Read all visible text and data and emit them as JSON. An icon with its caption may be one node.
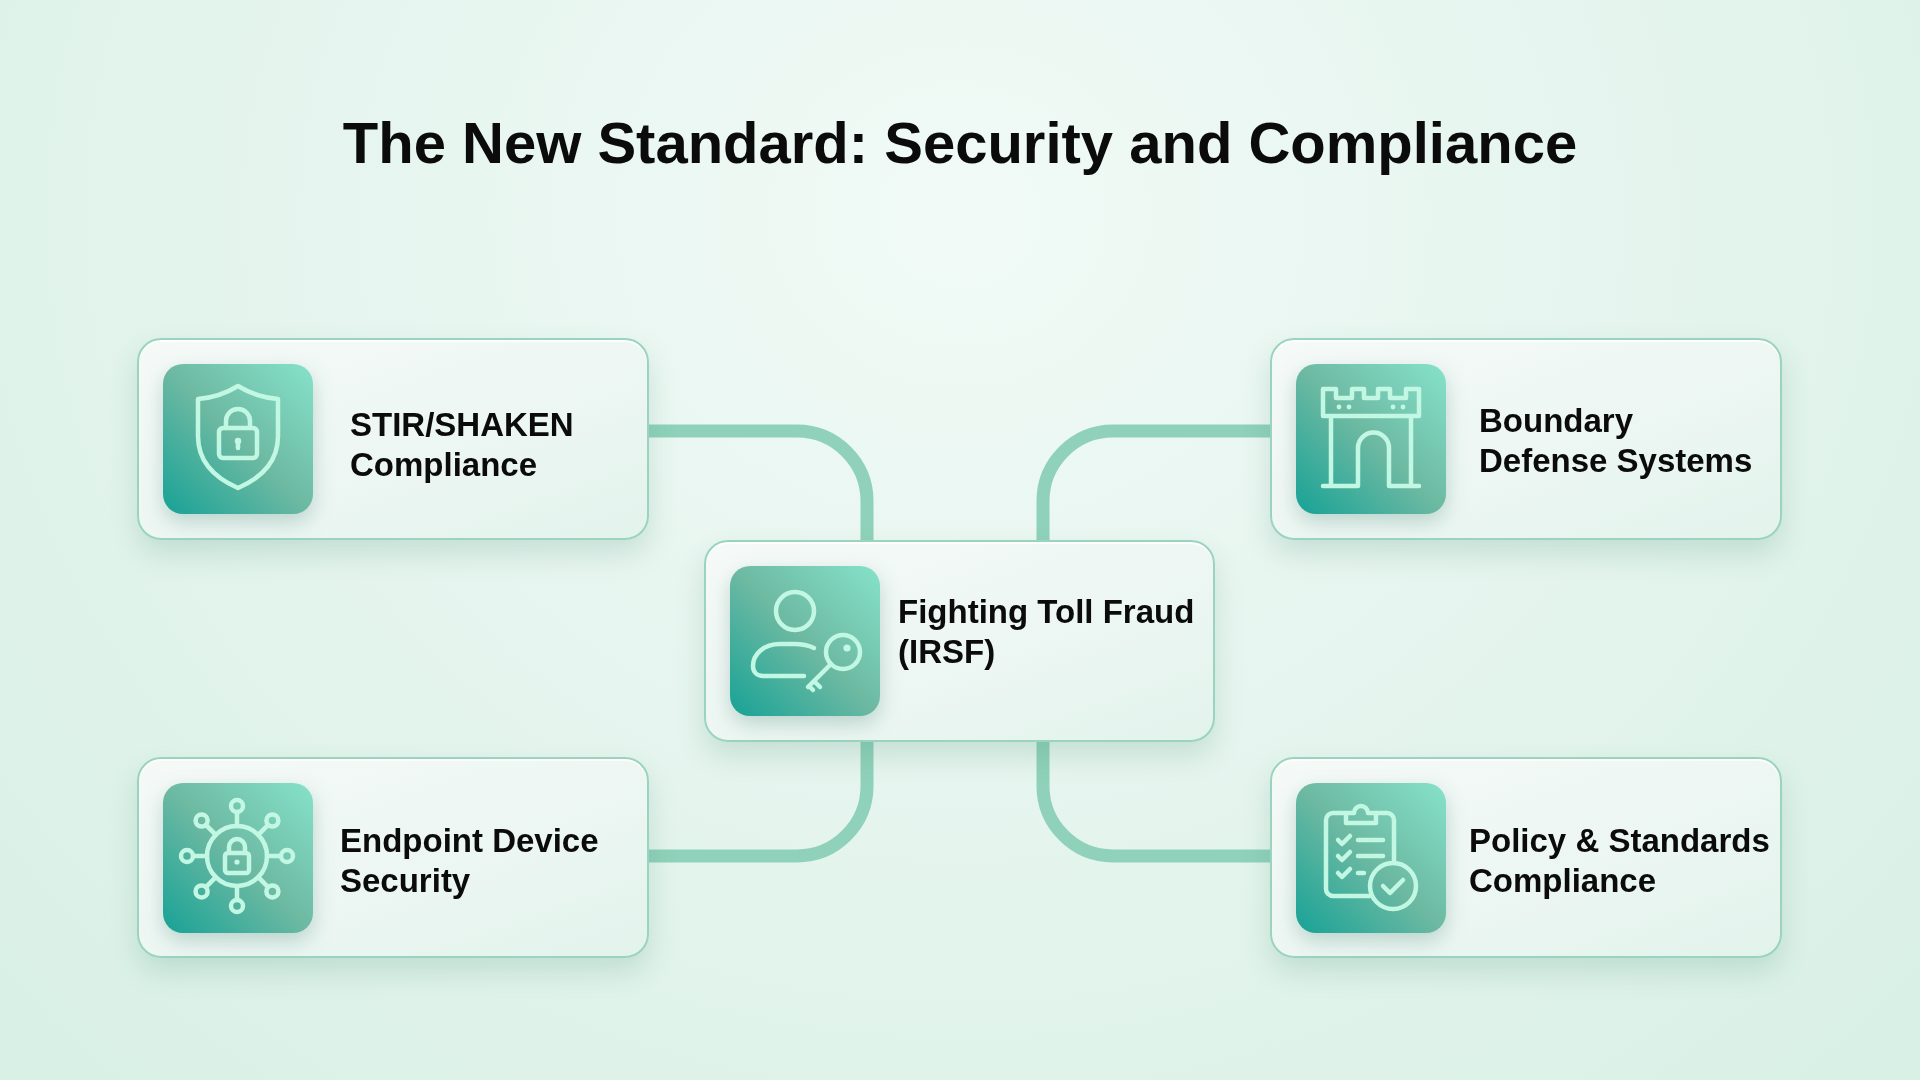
{
  "diagram": {
    "title": "The New Standard: Security and Compliance",
    "nodes": [
      {
        "text": [
          "STIR/SHAKEN Compliance"
        ]
      },
      {
        "text": [
          "Boundary Defense Systems"
        ]
      },
      {
        "text": [
          "Fighting Toll Fraud (IRSF)"
        ]
      },
      {
        "text": [
          "Endpoint Device Security"
        ]
      },
      {
        "text": [
          "Policy & Standards Compliance"
        ]
      }
    ],
    "edges": [
      {
        "from": 0,
        "to": 2,
        "arrow": "none"
      },
      {
        "from": 1,
        "to": 2,
        "arrow": "none"
      },
      {
        "from": 2,
        "to": 3,
        "arrow": "none"
      },
      {
        "from": 2,
        "to": 4,
        "arrow": "none"
      }
    ]
  }
}
